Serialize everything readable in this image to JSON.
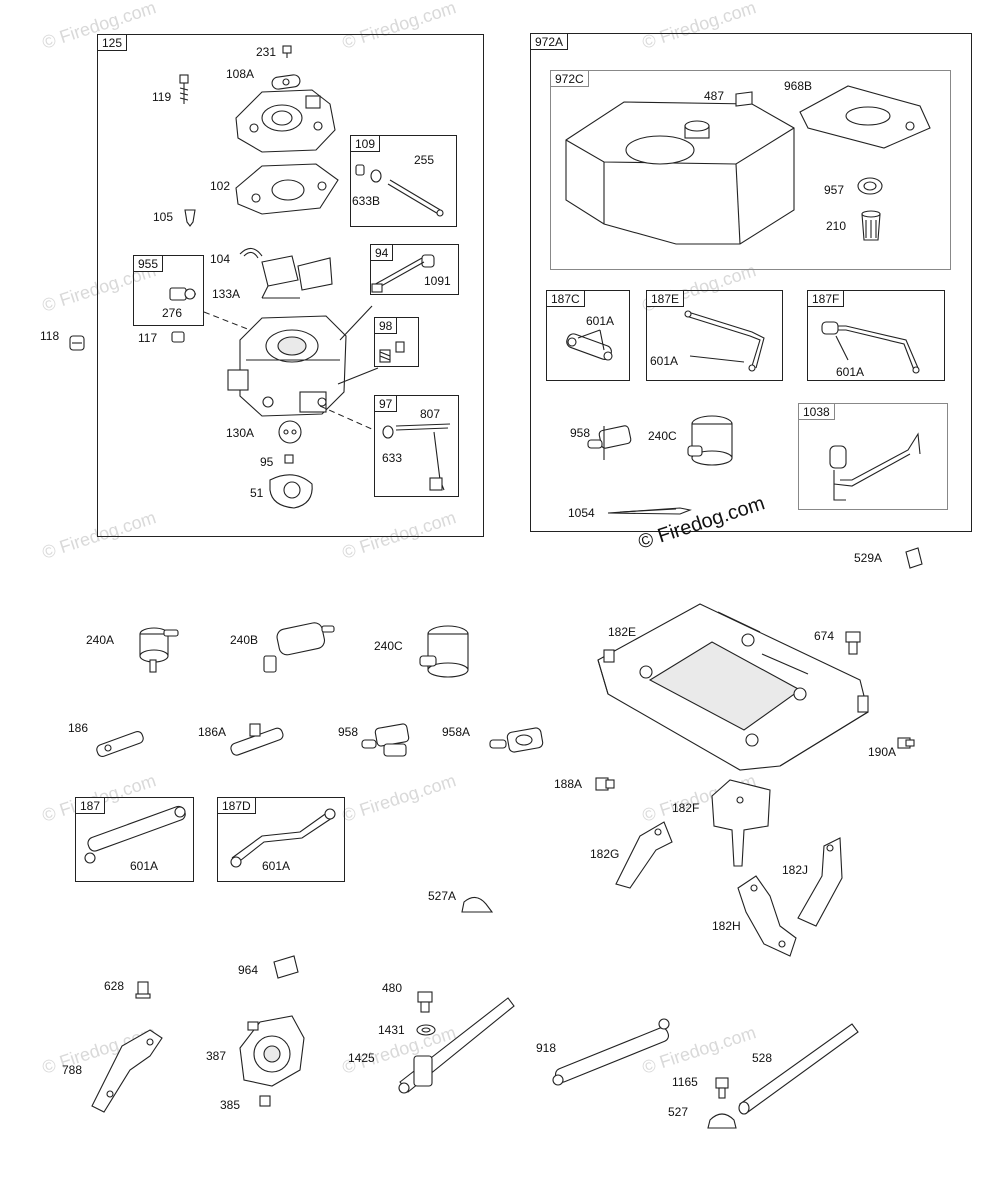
{
  "watermark": "© Firedog.com",
  "copyright": "© Firedog.com",
  "groups": {
    "g125": "125",
    "g109": "109",
    "g955": "955",
    "g94": "94",
    "g98": "98",
    "g97": "97",
    "g972A": "972A",
    "g972C": "972C",
    "g187C": "187C",
    "g187E": "187E",
    "g187F": "187F",
    "g1038": "1038",
    "g187": "187",
    "g187D": "187D"
  },
  "labels": {
    "p231": "231",
    "p108A": "108A",
    "p119": "119",
    "p102": "102",
    "p105": "105",
    "p255": "255",
    "p633B": "633B",
    "p104": "104",
    "p133A": "133A",
    "p276": "276",
    "p1091": "1091",
    "p118": "118",
    "p117": "117",
    "p807": "807",
    "p633": "633",
    "p130A": "130A",
    "p95": "95",
    "p51": "51",
    "p487": "487",
    "p968B": "968B",
    "p957": "957",
    "p210": "210",
    "p601A_c": "601A",
    "p601A_e": "601A",
    "p601A_f": "601A",
    "p958_top": "958",
    "p240C_top": "240C",
    "p1054": "1054",
    "p529A": "529A",
    "p240A": "240A",
    "p240B": "240B",
    "p240C": "240C",
    "p182E": "182E",
    "p674": "674",
    "p190A": "190A",
    "p186": "186",
    "p186A": "186A",
    "p958": "958",
    "p958A": "958A",
    "p188A": "188A",
    "p182F": "182F",
    "p182G": "182G",
    "p182J": "182J",
    "p182H": "182H",
    "p601A_187": "601A",
    "p601A_187D": "601A",
    "p527A": "527A",
    "p964": "964",
    "p628": "628",
    "p387": "387",
    "p788": "788",
    "p385": "385",
    "p480": "480",
    "p1431": "1431",
    "p1425": "1425",
    "p918": "918",
    "p528": "528",
    "p1165": "1165",
    "p527": "527"
  }
}
